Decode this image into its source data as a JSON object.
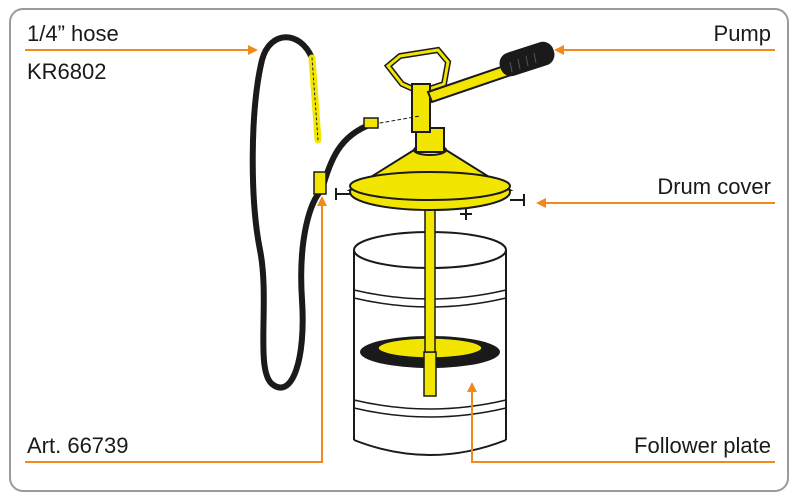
{
  "labels": {
    "hose": "1/4” hose",
    "hose_code": "KR6802",
    "article": "Art. 66739",
    "pump": "Pump",
    "drum_cover": "Drum cover",
    "follower_plate": "Follower plate"
  },
  "colors": {
    "accent": "#f08a1c",
    "yellow": "#f2e600",
    "outline": "#1a1a1a",
    "frame": "#9a9a9a"
  }
}
